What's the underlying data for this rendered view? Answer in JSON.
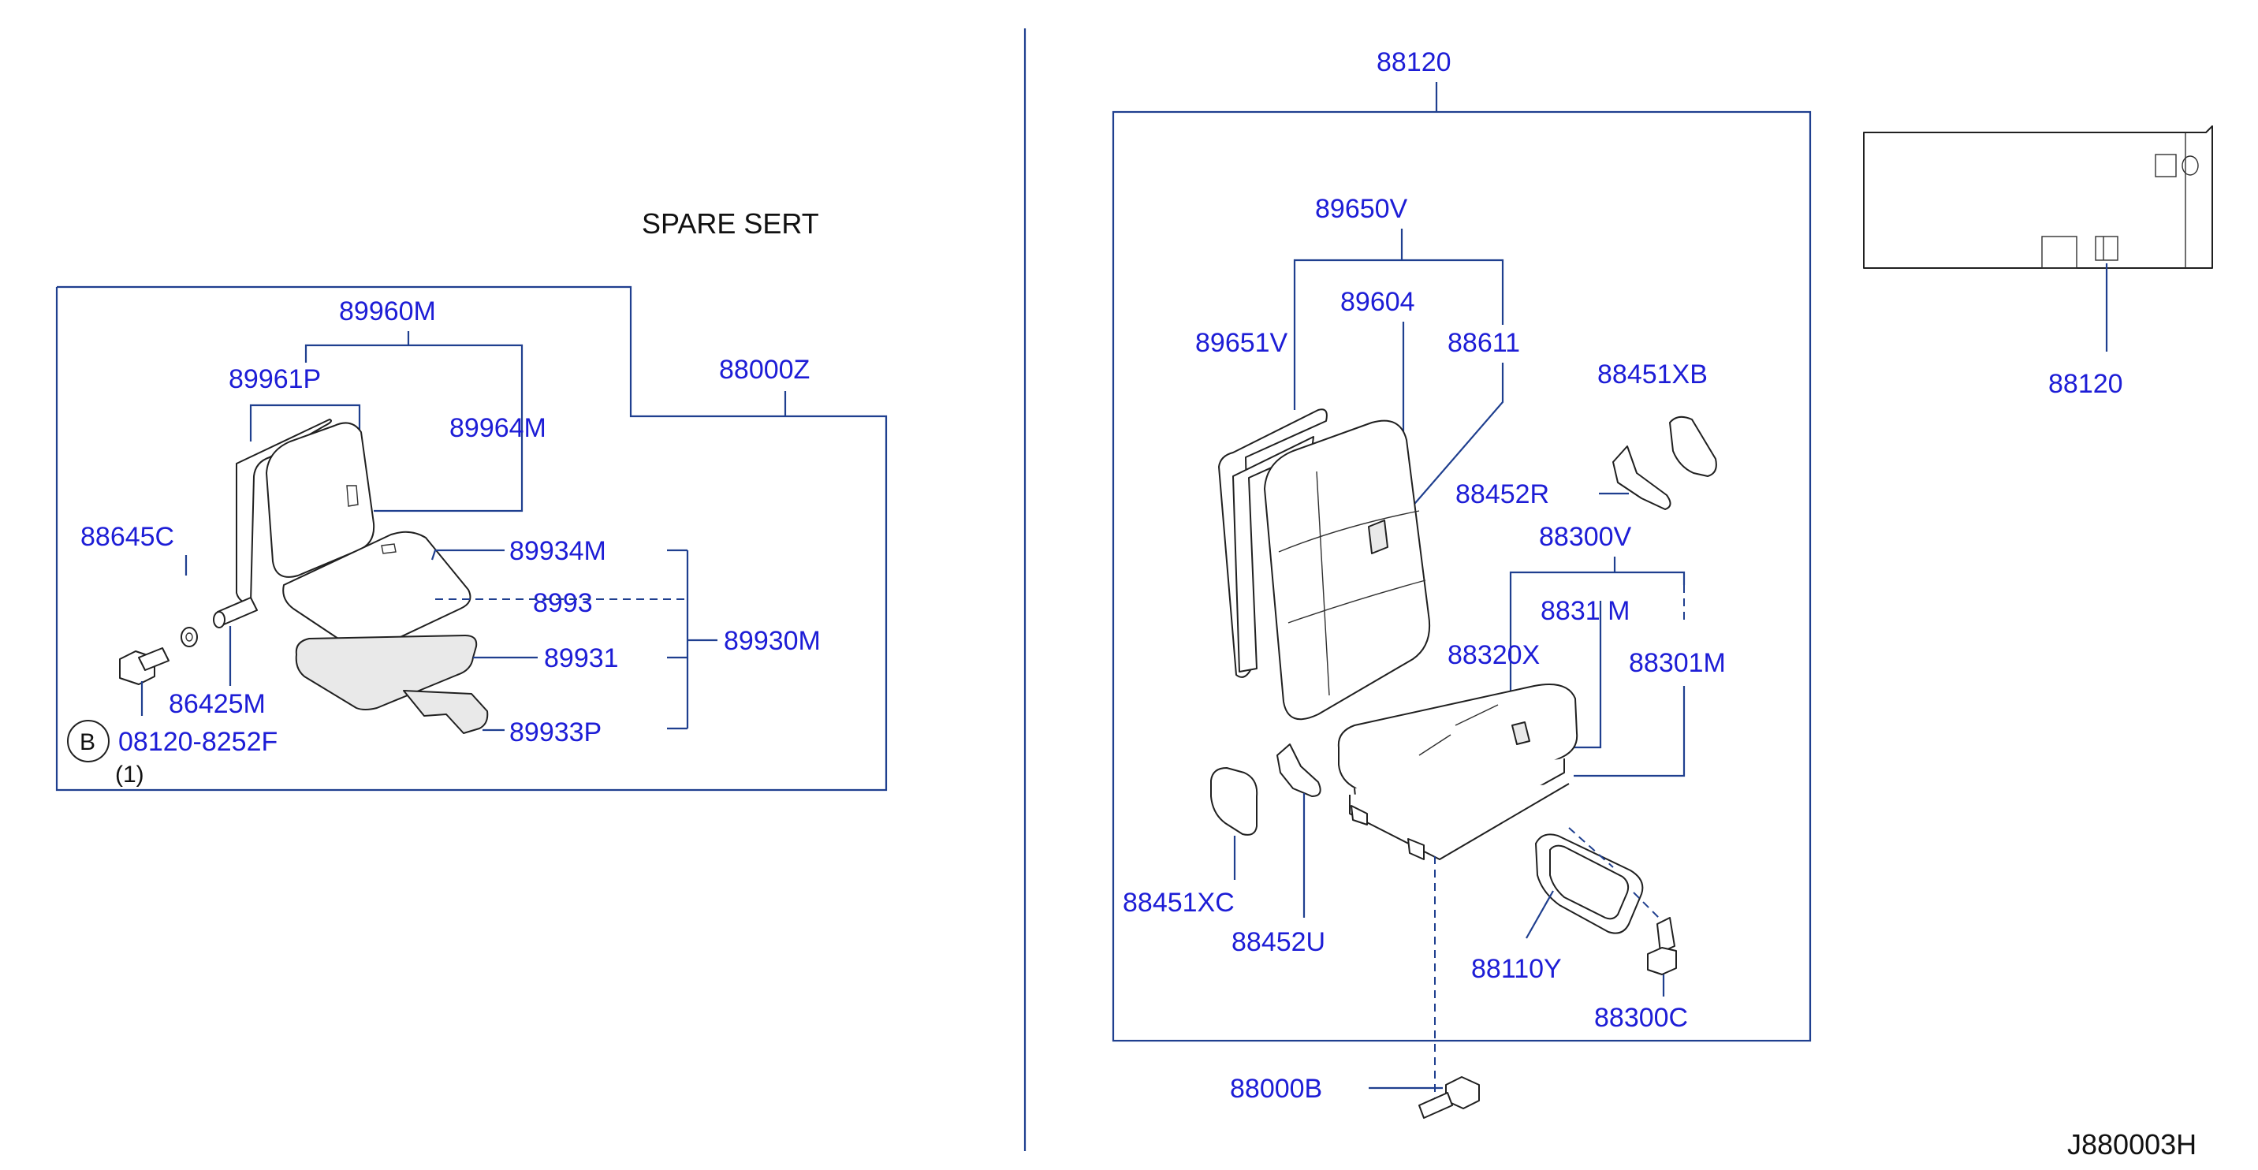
{
  "heading": "SPARE SERT",
  "diagram_code": "J880003H",
  "circle_ref": "B",
  "bolt_qty": "(1)",
  "parts": {
    "p88000z": "88000Z",
    "p89960m": "89960M",
    "p89961p": "89961P",
    "p89964m": "89964M",
    "p88645c": "88645C",
    "p89934m": "89934M",
    "p89933_partial": "8993",
    "p89930m": "89930M",
    "p89931": "89931",
    "p86425m": "86425M",
    "p89933p": "89933P",
    "p08120": "08120-8252F",
    "p88120_main": "88120",
    "p89650v": "89650V",
    "p89604": "89604",
    "p89651v": "89651V",
    "p88611": "88611",
    "p88451xb": "88451XB",
    "p88452r": "88452R",
    "p88300v": "88300V",
    "p8831_partial": "8831 M",
    "p88320x": "88320X",
    "p88301m": "88301M",
    "p88451xc": "88451XC",
    "p88452u": "88452U",
    "p88110y": "88110Y",
    "p88300c": "88300C",
    "p88000b": "88000B",
    "p88120_inset": "88120"
  }
}
